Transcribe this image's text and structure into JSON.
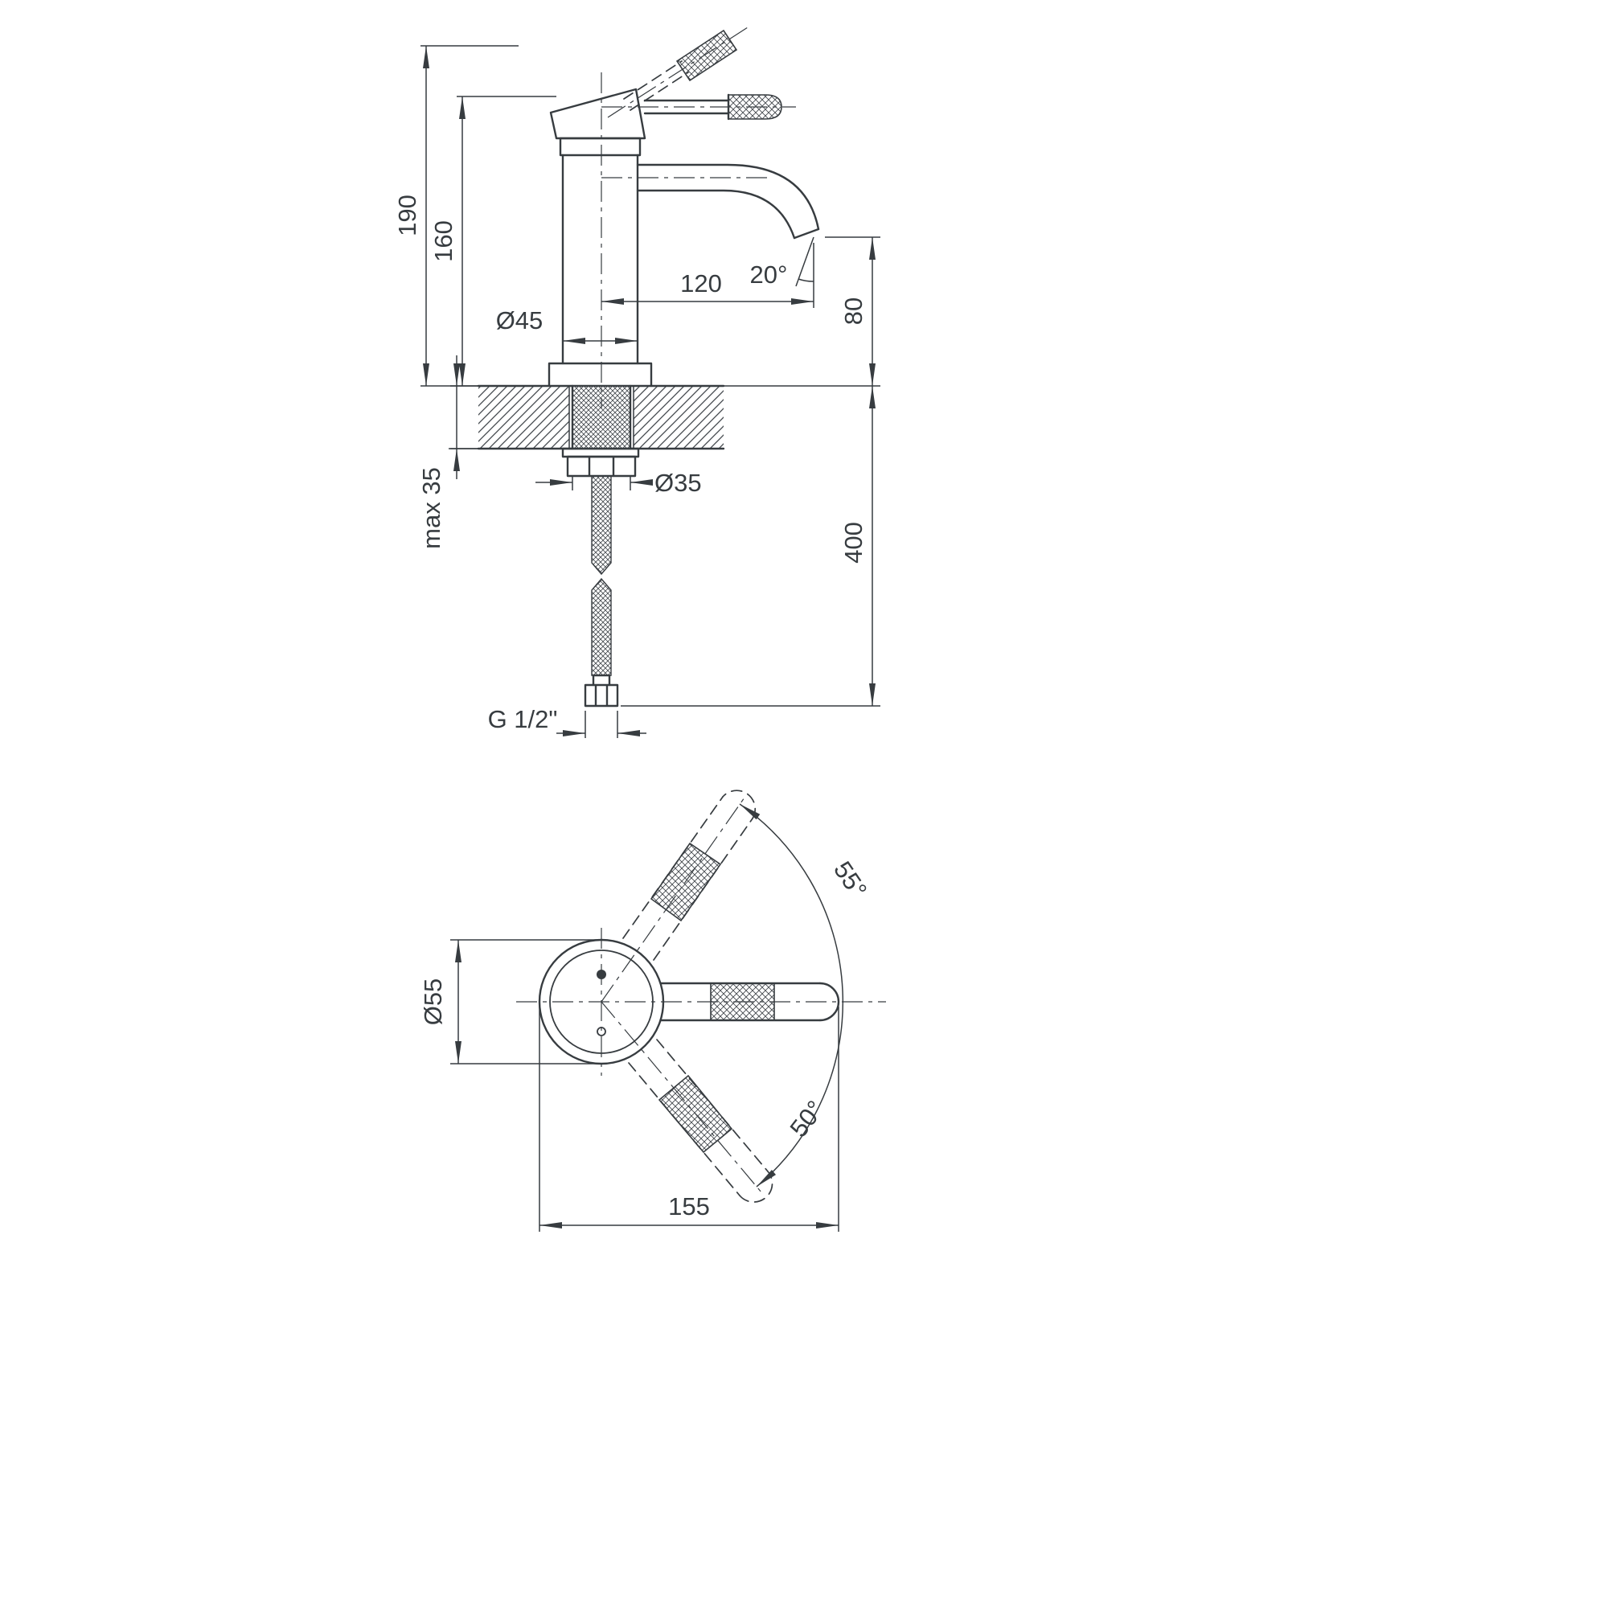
{
  "front_view": {
    "total_height": "190",
    "body_height": "160",
    "spout_reach": "120",
    "spout_end_angle": "20°",
    "body_diameter": "Ø45",
    "spout_outlet_height": "80",
    "max_deck_thickness": "max 35",
    "shank_diameter": "Ø35",
    "hose_length": "400",
    "thread_size": "G 1/2\""
  },
  "top_view": {
    "body_diameter": "Ø55",
    "handle_swing_upper": "55°",
    "handle_swing_lower": "50°",
    "handle_length": "155"
  }
}
